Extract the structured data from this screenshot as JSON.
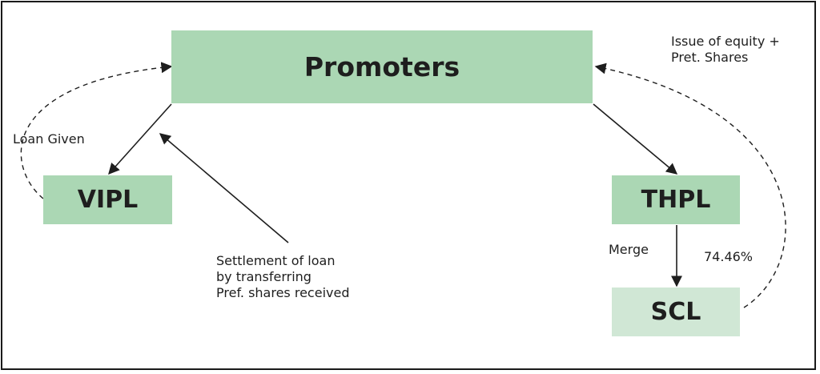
{
  "nodes": {
    "promoters": "Promoters",
    "vipl": "VIPL",
    "thpl": "THPL",
    "scl": "SCL"
  },
  "labels": {
    "loan_given": "Loan Given",
    "settlement": "Settlement of loan\nby transferring\nPref. shares received",
    "issue_equity": "Issue of equity +\nPret. Shares",
    "merge": "Merge",
    "percent": "74.46%"
  },
  "colors": {
    "box_fill": "#abd7b4",
    "box_fill_light": "#d0e7d5",
    "ink": "#1e1e1e"
  }
}
